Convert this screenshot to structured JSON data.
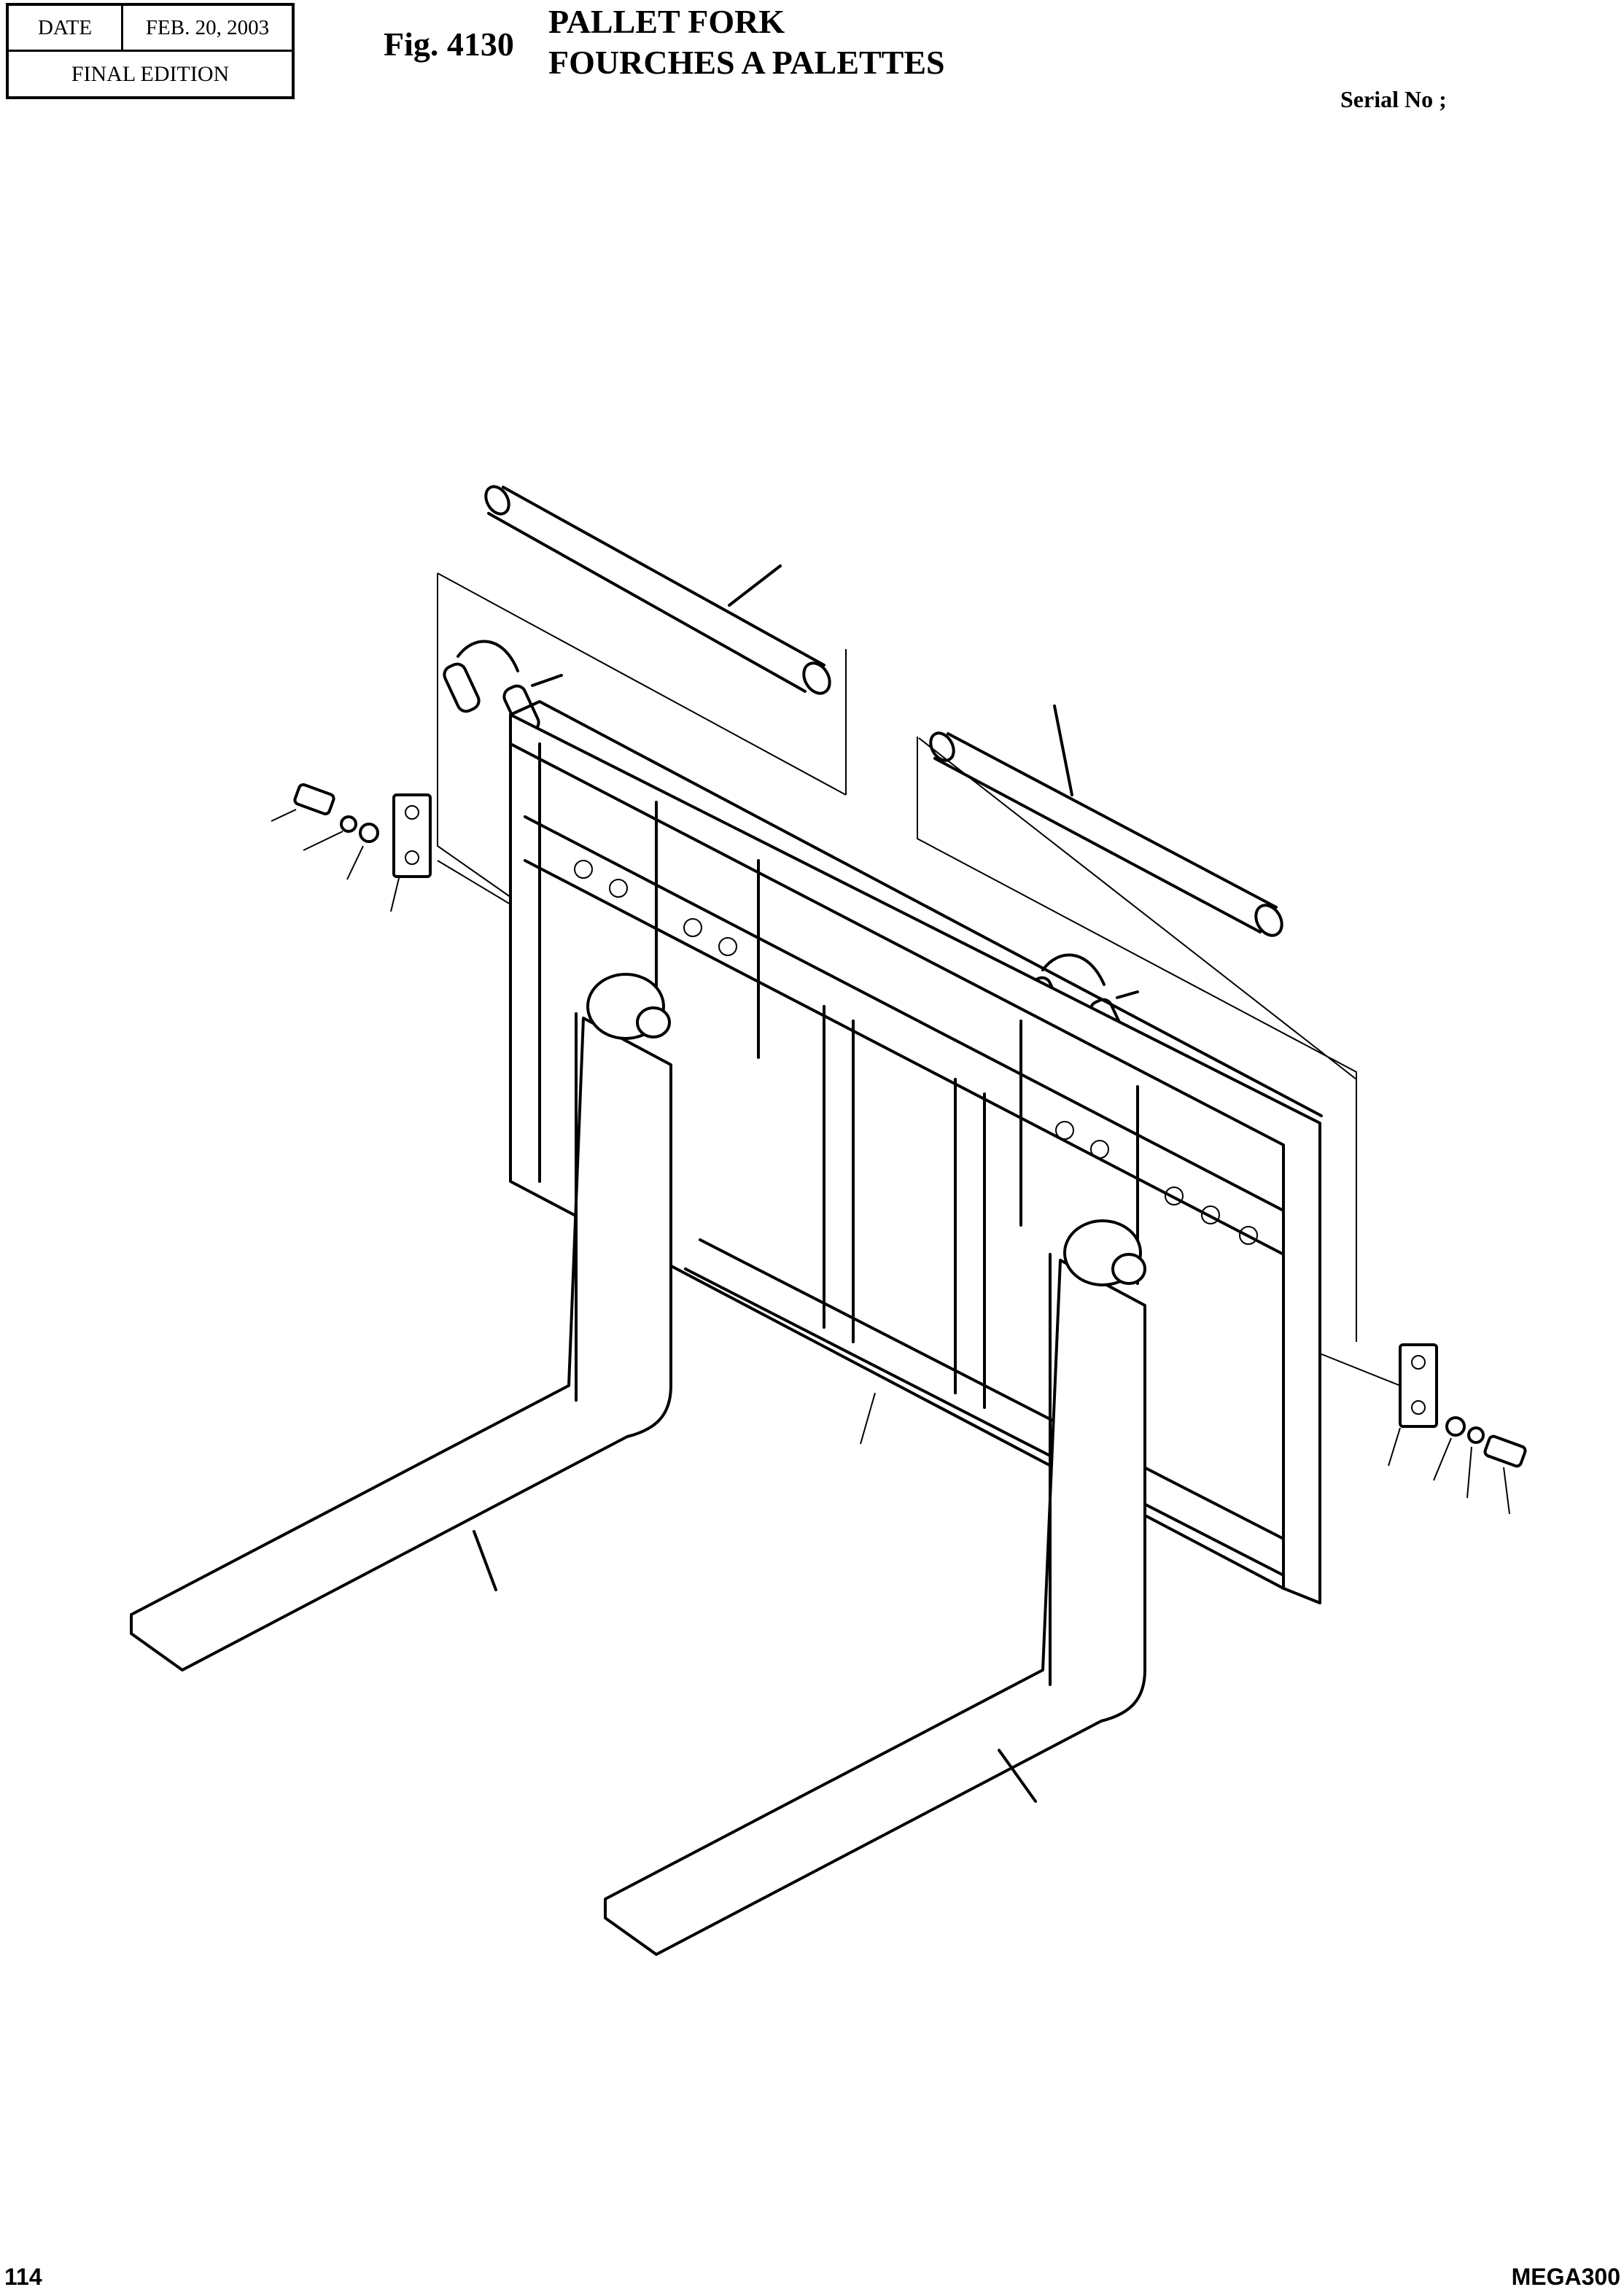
{
  "header": {
    "date_label": "DATE",
    "date_value": "FEB. 20, 2003",
    "edition": "FINAL EDITION",
    "figure": "Fig. 4130",
    "title_en": "PALLET FORK",
    "title_fr": "FOURCHES A PALETTES",
    "serial_label": "Serial No ;"
  },
  "footer": {
    "page": "114",
    "model": "MEGA300"
  },
  "drawing": {
    "parts": [
      "fork-pin",
      "lynch-pin-chain",
      "bolt",
      "lock-washer",
      "washer",
      "retainer-plate",
      "fork-carriage-frame",
      "fork-tine"
    ]
  }
}
